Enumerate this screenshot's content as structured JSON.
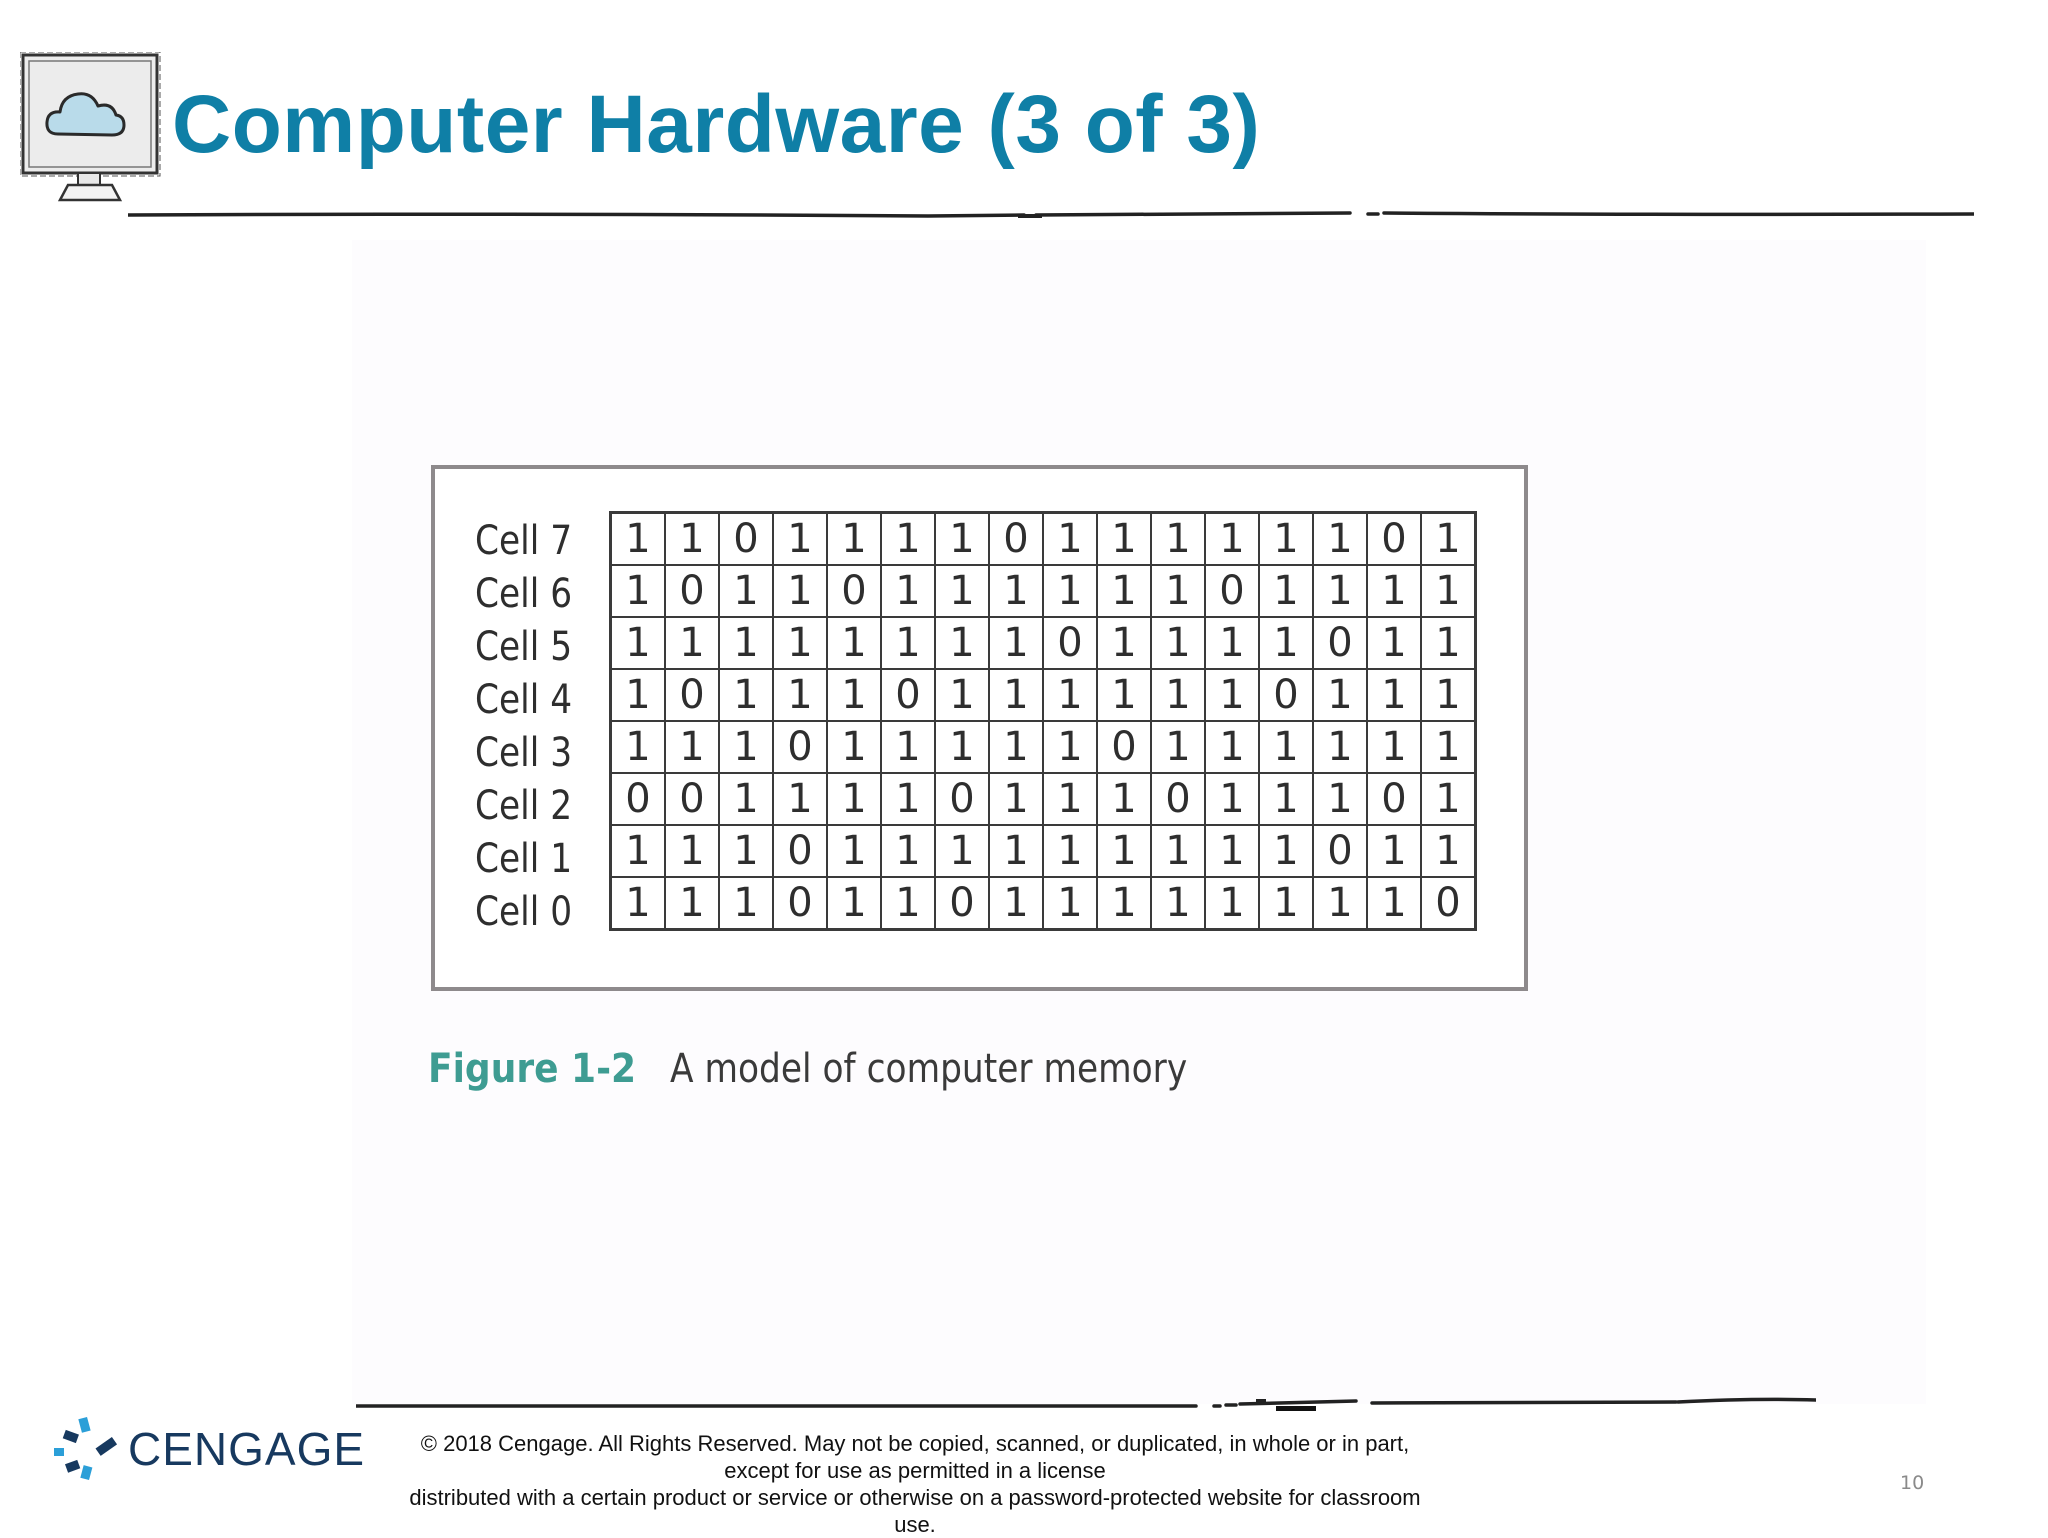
{
  "slide": {
    "title": "Computer Hardware (3 of 3)",
    "header_icon": "cloud-monitor-icon",
    "page_number": "10"
  },
  "figure": {
    "rows": [
      {
        "label": "Cell 7",
        "bits": [
          "1",
          "1",
          "0",
          "1",
          "1",
          "1",
          "1",
          "0",
          "1",
          "1",
          "1",
          "1",
          "1",
          "1",
          "0",
          "1"
        ]
      },
      {
        "label": "Cell 6",
        "bits": [
          "1",
          "0",
          "1",
          "1",
          "0",
          "1",
          "1",
          "1",
          "1",
          "1",
          "1",
          "0",
          "1",
          "1",
          "1",
          "1"
        ]
      },
      {
        "label": "Cell 5",
        "bits": [
          "1",
          "1",
          "1",
          "1",
          "1",
          "1",
          "1",
          "1",
          "0",
          "1",
          "1",
          "1",
          "1",
          "0",
          "1",
          "1"
        ]
      },
      {
        "label": "Cell 4",
        "bits": [
          "1",
          "0",
          "1",
          "1",
          "1",
          "0",
          "1",
          "1",
          "1",
          "1",
          "1",
          "1",
          "0",
          "1",
          "1",
          "1"
        ]
      },
      {
        "label": "Cell 3",
        "bits": [
          "1",
          "1",
          "1",
          "0",
          "1",
          "1",
          "1",
          "1",
          "1",
          "0",
          "1",
          "1",
          "1",
          "1",
          "1",
          "1"
        ]
      },
      {
        "label": "Cell 2",
        "bits": [
          "0",
          "0",
          "1",
          "1",
          "1",
          "1",
          "0",
          "1",
          "1",
          "1",
          "0",
          "1",
          "1",
          "1",
          "0",
          "1"
        ]
      },
      {
        "label": "Cell 1",
        "bits": [
          "1",
          "1",
          "1",
          "0",
          "1",
          "1",
          "1",
          "1",
          "1",
          "1",
          "1",
          "1",
          "1",
          "0",
          "1",
          "1"
        ]
      },
      {
        "label": "Cell 0",
        "bits": [
          "1",
          "1",
          "1",
          "0",
          "1",
          "1",
          "0",
          "1",
          "1",
          "1",
          "1",
          "1",
          "1",
          "1",
          "1",
          "0"
        ]
      }
    ],
    "caption_label": "Figure 1-2",
    "caption_text": "A model of computer memory"
  },
  "footer": {
    "logo_text": "CENGAGE",
    "logo_icon": "cengage-mark-icon",
    "copyright_line1": "© 2018 Cengage. All Rights Reserved. May not be copied, scanned, or duplicated, in whole or in part, except for use as permitted in a license",
    "copyright_line2": "distributed with a certain product or service or otherwise on a password-protected website for classroom use."
  },
  "colors": {
    "title": "#0f7fa6",
    "caption_label": "#3e9c92",
    "logo": "#17395f",
    "logo_accent": "#2b9fd8"
  }
}
